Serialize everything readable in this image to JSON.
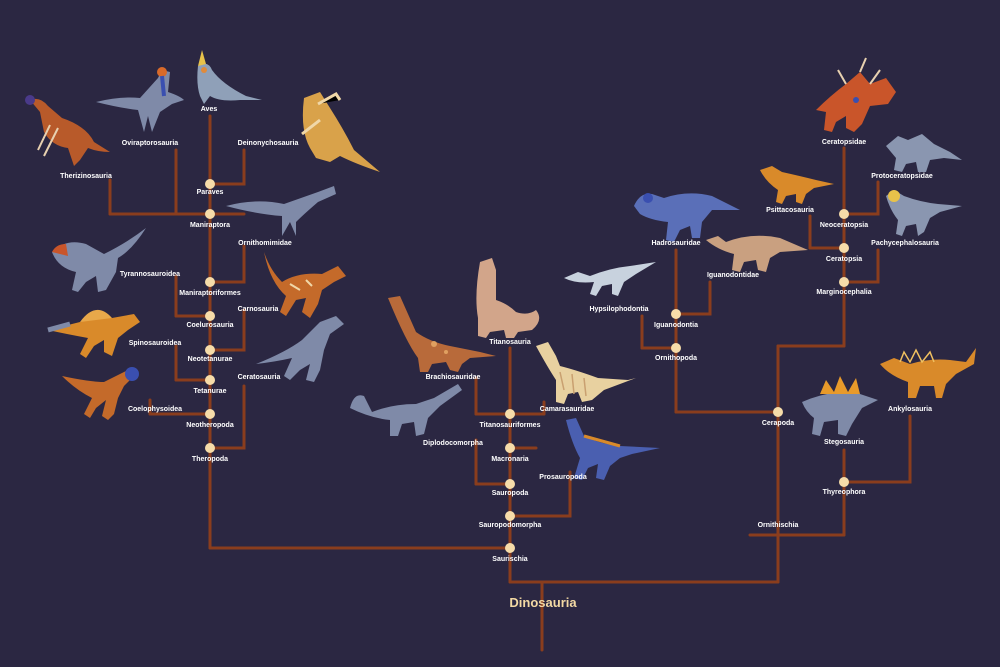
{
  "root": "Dinosauria",
  "clades": {
    "aves": "Aves",
    "oviraptorosauria": "Oviraptorosauria",
    "deinonychosauria": "Deinonychosauria",
    "therizinosauria": "Therizinosauria",
    "paraves": "Paraves",
    "maniraptora": "Maniraptora",
    "ornithomimidae": "Ornithomimidae",
    "tyrannosauroidea": "Tyrannosauroidea",
    "maniraptoriformes": "Maniraptoriformes",
    "carnosauria": "Carnosauria",
    "coelurosauria": "Coelurosauria",
    "spinosauroidea": "Spinosauroidea",
    "neotetanurae": "Neotetanurae",
    "ceratosauria": "Ceratosauria",
    "tetanurae": "Tetanurae",
    "coelophysoidea": "Coelophysoidea",
    "neotheropoda": "Neotheropoda",
    "theropoda": "Theropoda",
    "titanosauria": "Titanosauria",
    "brachiosauridae": "Brachiosauridae",
    "camarasauridae": "Camarasauridae",
    "titanosauriformes": "Titanosauriformes",
    "diplodocomorpha": "Diplodocomorpha",
    "macronaria": "Macronaria",
    "prosauropoda": "Prosauropoda",
    "sauropoda": "Sauropoda",
    "sauropodomorpha": "Sauropodomorpha",
    "saurischia": "Saurischia",
    "hadrosauridae": "Hadrosauridae",
    "iguanodontidae": "Iguanodontidae",
    "hypsilophodontia": "Hypsilophodontia",
    "iguanodontia": "Iguanodontia",
    "ornithopoda": "Ornithopoda",
    "cerapoda": "Cerapoda",
    "ceratopsidae": "Ceratopsidae",
    "protoceratopsidae": "Protoceratopsidae",
    "psittacosauria": "Psittacosauria",
    "neoceratopsia": "Neoceratopsia",
    "pachycephalosauria": "Pachycephalosauria",
    "ceratopsia": "Ceratopsia",
    "marginocephalia": "Marginocephalia",
    "stegosauria": "Stegosauria",
    "ankylosauria": "Ankylosauria",
    "thyreophora": "Thyreophora",
    "ornithischia": "Ornithischia"
  },
  "colors": {
    "background": "#2b2742",
    "branch": "#8a3d1d",
    "node": "#f6dca9",
    "label": "#ffffff",
    "root_label": "#f3d9a4"
  }
}
